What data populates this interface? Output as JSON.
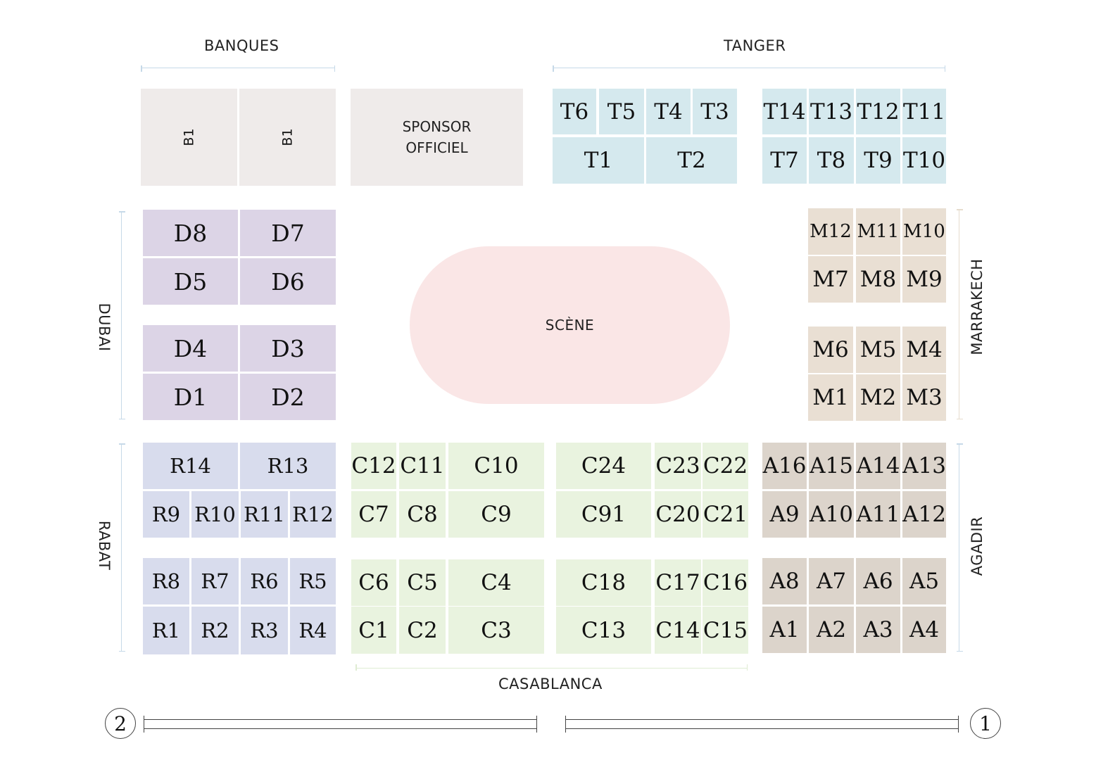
{
  "zones": {
    "banques": "BANQUES",
    "tanger": "TANGER",
    "dubai": "DUBAI",
    "rabat": "RABAT",
    "marrakech": "MARRAKECH",
    "agadir": "AGADIR",
    "casablanca": "CASABLANCA"
  },
  "stage": "SCÈNE",
  "sponsor": {
    "line1": "SPONSOR",
    "line2": "OFFICIEL"
  },
  "entrances": {
    "left": "2",
    "right": "1"
  },
  "booths": {
    "banques": [
      "B1",
      "B1"
    ],
    "tanger_left": [
      "T6",
      "T5",
      "T4",
      "T3",
      "T1",
      "T2"
    ],
    "tanger_right": [
      "T14",
      "T13",
      "T12",
      "T11",
      "T7",
      "T8",
      "T9",
      "T10"
    ],
    "dubai": [
      "D8",
      "D7",
      "D5",
      "D6",
      "D4",
      "D3",
      "D1",
      "D2"
    ],
    "marrakech": [
      "M12",
      "M11",
      "M10",
      "M7",
      "M8",
      "M9",
      "M6",
      "M5",
      "M4",
      "M1",
      "M2",
      "M3"
    ],
    "rabat": [
      "R14",
      "R13",
      "R9",
      "R10",
      "R11",
      "R12",
      "R8",
      "R7",
      "R6",
      "R5",
      "R1",
      "R2",
      "R3",
      "R4"
    ],
    "casablanca_left": [
      "C12",
      "C11",
      "C10",
      "C7",
      "C8",
      "C9",
      "C6",
      "C5",
      "C4",
      "C1",
      "C2",
      "C3"
    ],
    "casablanca_right": [
      "C24",
      "C23",
      "C22",
      "C91",
      "C20",
      "C21",
      "C18",
      "C17",
      "C16",
      "C13",
      "C14",
      "C15"
    ],
    "agadir": [
      "A16",
      "A15",
      "A14",
      "A13",
      "A9",
      "A10",
      "A11",
      "A12",
      "A8",
      "A7",
      "A6",
      "A5",
      "A1",
      "A2",
      "A3",
      "A4"
    ]
  },
  "colors": {
    "banques": "#efebea",
    "tanger": "#d5e9ee",
    "dubai": "#dcd4e6",
    "rabat": "#d8dced",
    "casablanca": "#e9f3df",
    "marrakech": "#e9dfd3",
    "agadir": "#dcd4cb",
    "stage": "#fae6e6"
  }
}
